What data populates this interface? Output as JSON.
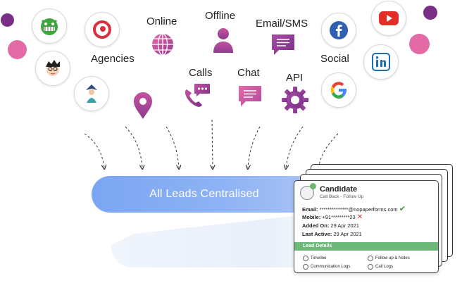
{
  "labels": {
    "online": "Online",
    "offline": "Offline",
    "email_sms": "Email/SMS",
    "agencies": "Agencies",
    "calls": "Calls",
    "chat": "Chat",
    "api": "API",
    "social": "Social"
  },
  "center_label": "All Leads Centralised",
  "card": {
    "title": "Candidate",
    "subtitle": "Call Back - Follow Up",
    "email_label": "Email:",
    "email_value": "**************@nopaperforms.com",
    "email_status": "✔",
    "mobile_label": "Mobile:",
    "mobile_value": "+91*********23",
    "mobile_status": "✕",
    "added_label": "Added On:",
    "added_value": "29 Apr 2021",
    "active_label": "Last Active:",
    "active_value": "29 Apr 2021",
    "section": "Lead Details",
    "links": [
      "Timeline",
      "Follow up & Notes",
      "Communication Logs",
      "Call Logs"
    ]
  },
  "icons": [
    "monster-icon",
    "avatar-boy-icon",
    "agency-brand-icon",
    "agent-icon",
    "location-pin-icon",
    "globe-icon",
    "person-icon",
    "email-sms-icon",
    "phone-call-icon",
    "chat-icon",
    "api-gear-icon",
    "facebook-icon",
    "youtube-icon",
    "linkedin-icon",
    "google-icon"
  ],
  "colors": {
    "purple": "#8e3b8e",
    "pink": "#e46aa6",
    "blue_band": "#7aa6f2",
    "lead_details_green": "#6cb97a"
  }
}
